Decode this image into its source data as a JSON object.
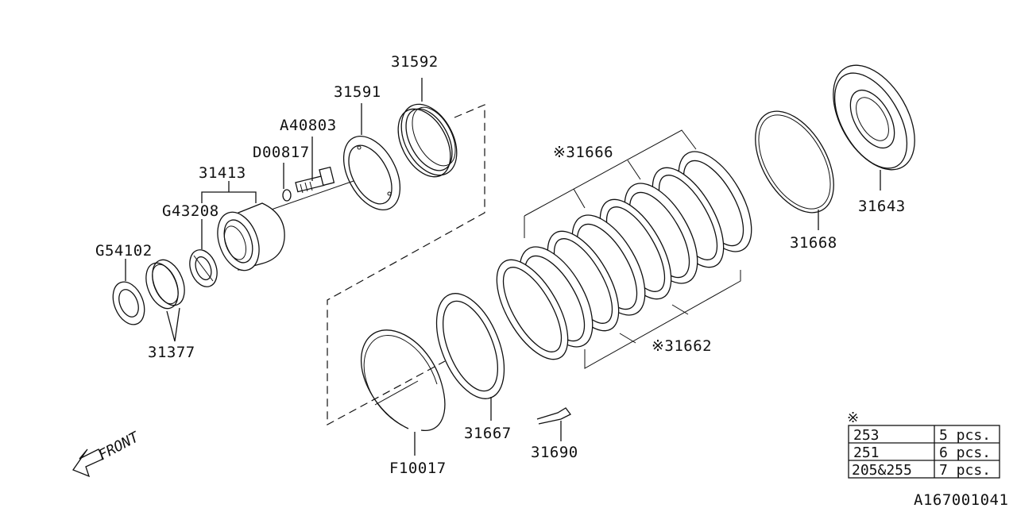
{
  "labels": {
    "p31592": "31592",
    "p31591": "31591",
    "pA40803": "A40803",
    "pD00817": "D00817",
    "p31413": "31413",
    "pG43208": "G43208",
    "pG54102": "G54102",
    "p31377": "31377",
    "p31666": "※31666",
    "p31662": "※31662",
    "p31668": "31668",
    "p31643": "31643",
    "p31667": "31667",
    "p31690": "31690",
    "pF10017": "F10017",
    "front": "FRONT",
    "diagram_id": "A167001041"
  },
  "table": {
    "mark": "※",
    "rows": [
      {
        "model": "253",
        "qty": "5 pcs."
      },
      {
        "model": "251",
        "qty": "6 pcs."
      },
      {
        "model": "205&255",
        "qty": "7 pcs."
      }
    ]
  }
}
